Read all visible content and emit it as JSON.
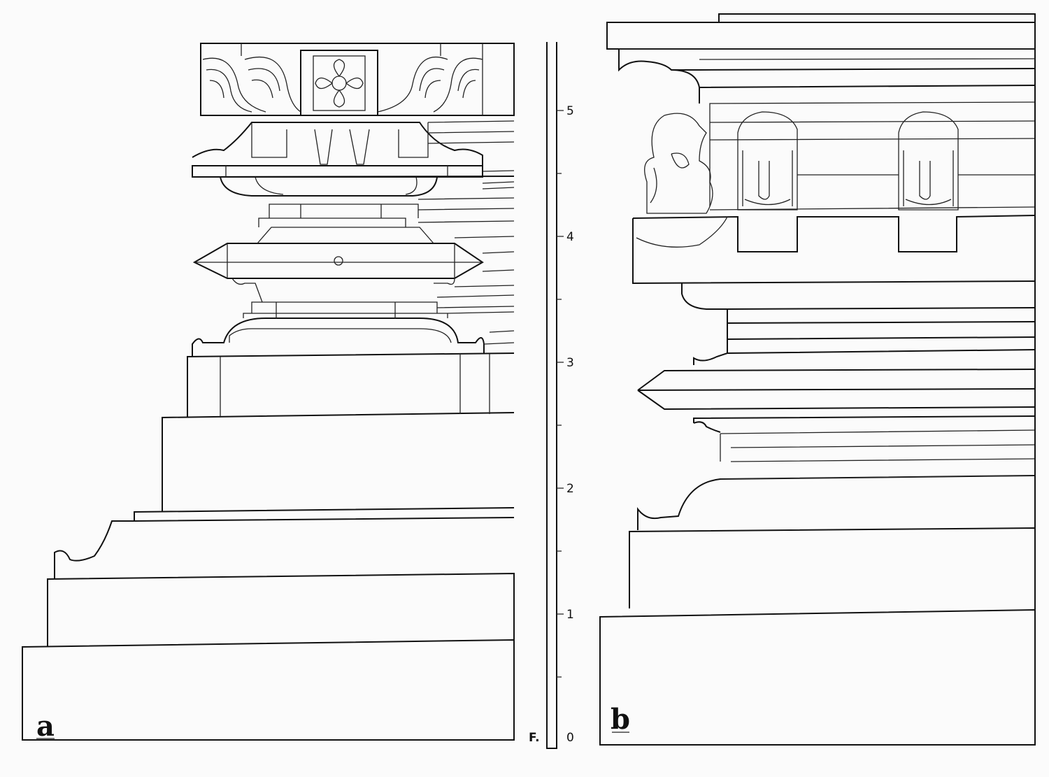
{
  "panels": [
    {
      "label": "a"
    },
    {
      "label": "b"
    }
  ],
  "scale": {
    "unit_label": "F.",
    "ticks": [
      "0",
      "1",
      "2",
      "3",
      "4",
      "5"
    ]
  }
}
